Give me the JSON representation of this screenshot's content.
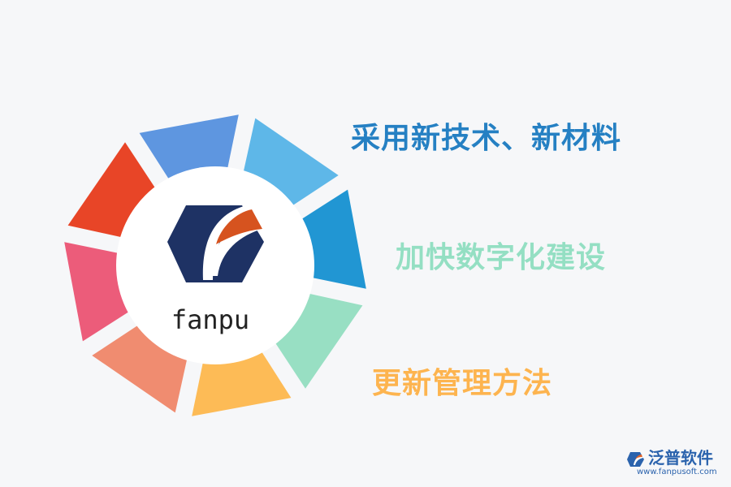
{
  "diagram": {
    "center_label": "fanpu",
    "items": [
      {
        "text": "采用新技术、新材料",
        "color": "#2580c3"
      },
      {
        "text": "加快数字化建设",
        "color": "#94dfc3"
      },
      {
        "text": "更新管理方法",
        "color": "#fdb44f"
      }
    ],
    "segment_colors": [
      "#5eb7e8",
      "#2196d3",
      "#98dfc3",
      "#fdbb56",
      "#f08c70",
      "#ec5c7a",
      "#e84527",
      "#5e96e0"
    ],
    "logo_colors": {
      "dark": "#1e3264",
      "accent": "#d6531f"
    }
  },
  "watermark": {
    "name": "泛普软件",
    "url": "www.fanpusoft.com"
  }
}
